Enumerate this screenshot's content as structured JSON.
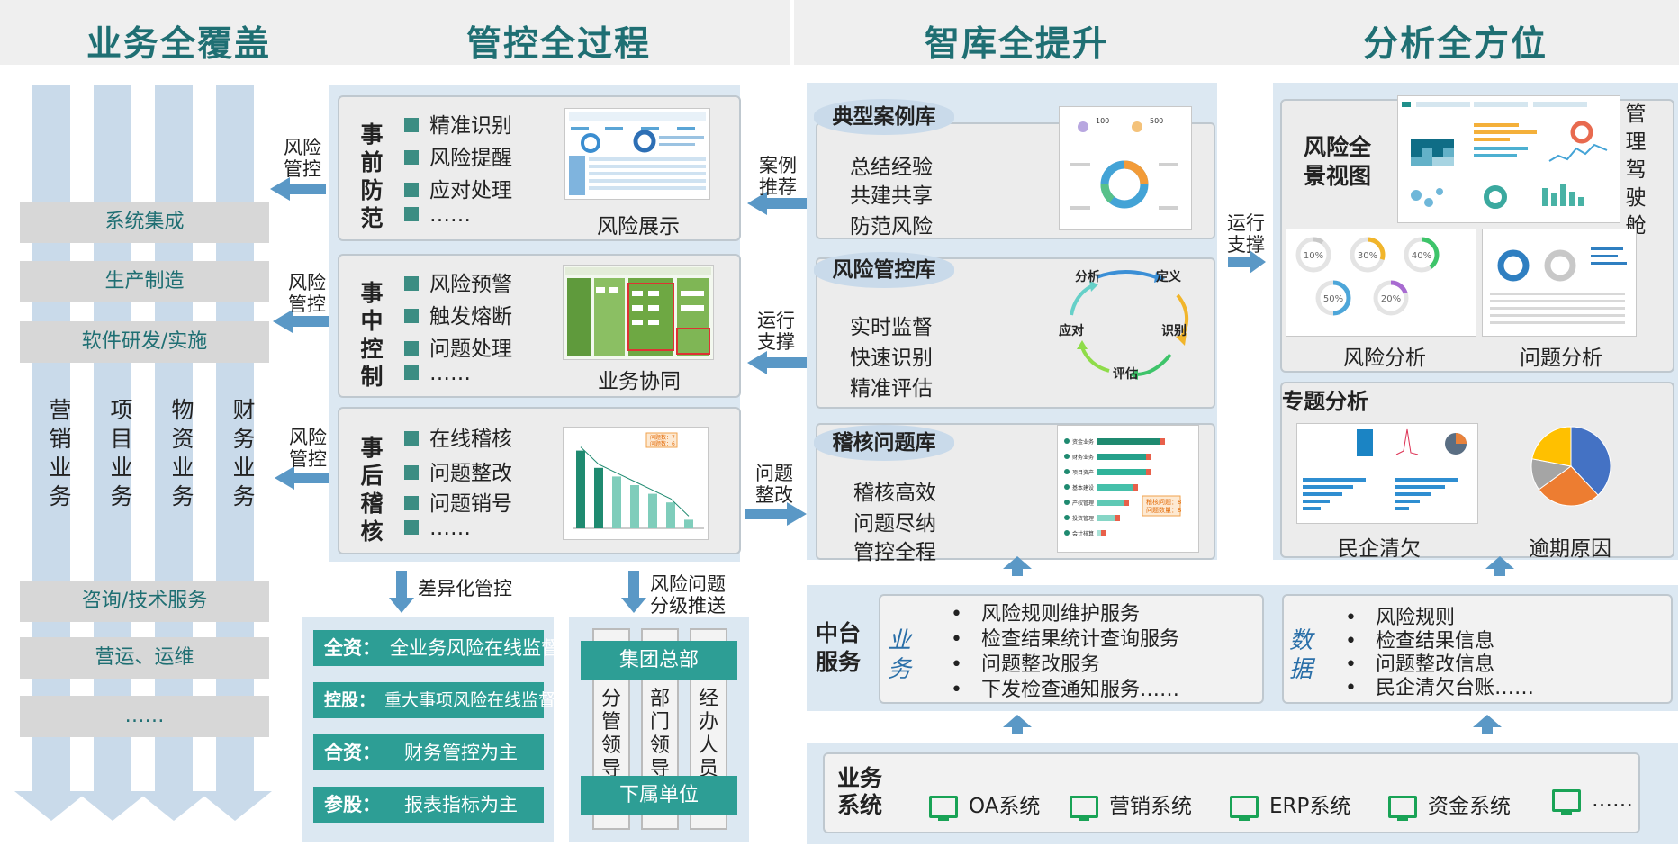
{
  "headers": [
    "业务全覆盖",
    "管控全过程",
    "智库全提升",
    "分析全方位"
  ],
  "left": {
    "bars_top": [
      "系统集成",
      "生产制造",
      "软件研发/实施"
    ],
    "columns": [
      "营销业务",
      "项目业务",
      "物资业务",
      "财务业务"
    ],
    "bars_bottom": [
      "咨询/技术服务",
      "营运、运维",
      "……"
    ]
  },
  "arrows": {
    "risk_control_1": "风险管控",
    "risk_control_2": "风险管控",
    "risk_control_3": "风险管控",
    "case_recommend": "案例推荐",
    "operation_support_1": "运行支撑",
    "problem_rectify": "问题整改",
    "operation_support_2": "运行支撑",
    "differentiated": "差异化管控",
    "risk_push": "风险问题分级推送"
  },
  "stages": [
    {
      "title": "事前防范",
      "items": [
        "精准识别",
        "风险提醒",
        "应对处理",
        "……"
      ],
      "caption": "风险展示"
    },
    {
      "title": "事中控制",
      "items": [
        "风险预警",
        "触发熔断",
        "问题处理",
        "……"
      ],
      "caption": "业务协同"
    },
    {
      "title": "事后稽核",
      "items": [
        "在线稽核",
        "问题整改",
        "问题销号",
        "……"
      ],
      "caption": ""
    }
  ],
  "equity": [
    {
      "label": "全资：",
      "desc": "全业务风险在线监督"
    },
    {
      "label": "控股：",
      "desc": "重大事项风险在线监督"
    },
    {
      "label": "合资：",
      "desc": "财务管控为主"
    },
    {
      "label": "参股：",
      "desc": "报表指标为主"
    }
  ],
  "hierarchy": {
    "top": "集团总部",
    "roles": [
      "分管领导",
      "部门领导",
      "经办人员"
    ],
    "bottom": "下属单位"
  },
  "libraries": [
    {
      "name": "典型案例库",
      "items": [
        "总结经验",
        "共建共享",
        "防范风险"
      ]
    },
    {
      "name": "风险管控库",
      "items": [
        "实时监督",
        "快速识别",
        "精准评估"
      ]
    },
    {
      "name": "稽核问题库",
      "items": [
        "稽核高效",
        "问题尽纳",
        "管控全程"
      ]
    }
  ],
  "cycle": [
    "分析",
    "定义",
    "识别",
    "评估",
    "应对"
  ],
  "case_thumb": {
    "n1": "100",
    "n2": "500"
  },
  "audit_chart": {
    "labels": [
      "资金业务",
      "财务业务",
      "项目资产",
      "基本建设",
      "产权管理",
      "投资管理",
      "会计核算"
    ],
    "values": [
      15,
      12,
      12,
      9,
      7,
      5,
      2
    ],
    "tooltip": [
      "稽核问题：8",
      "问题数量：8"
    ]
  },
  "bar_chart": {
    "values": [
      18,
      14,
      12,
      10,
      8,
      6,
      2
    ],
    "tooltip": [
      "问题数：7",
      "问题数：6"
    ]
  },
  "analysis": {
    "panorama": "风险全景视图",
    "cockpit": "管理驾驶舱",
    "risk_analysis": "风险分析",
    "problem_analysis": "问题分析",
    "gauges": [
      "10%",
      "30%",
      "40%",
      "50%",
      "20%"
    ],
    "special": "专题分析",
    "private_arrears": "民企清欠",
    "overdue": "逾期原因"
  },
  "pie_chart": {
    "type": "pie",
    "values": [
      38,
      27,
      13,
      22
    ],
    "colors": [
      "#4472c4",
      "#ed7d31",
      "#a5a5a5",
      "#ffc000"
    ]
  },
  "middle": {
    "title": "中台服务",
    "business_label": "业务",
    "business_items": [
      "风险规则维护服务",
      "检查结果统计查询服务",
      "问题整改服务",
      "下发检查通知服务……"
    ],
    "data_label": "数据",
    "data_items": [
      "风险规则",
      "检查结果信息",
      "问题整改信息",
      "民企清欠台账……"
    ]
  },
  "systems": {
    "title": "业务系统",
    "items": [
      "OA系统",
      "营销系统",
      "ERP系统",
      "资金系统",
      "……"
    ]
  }
}
